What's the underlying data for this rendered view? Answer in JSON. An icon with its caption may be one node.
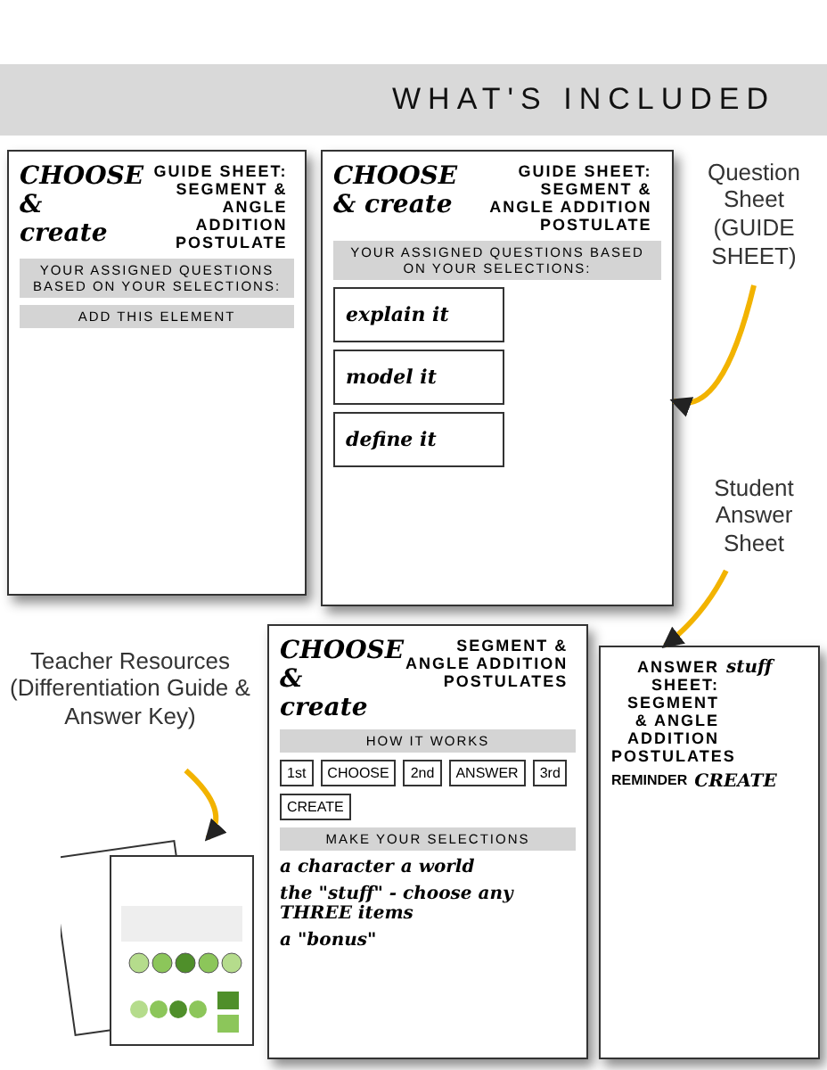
{
  "diagram": {
    "title": "WHAT'S INCLUDED",
    "nodes": [
      {
        "text": [
          "CHOOSE & create",
          "GUIDE SHEET: SEGMENT & ANGLE ADDITION POSTULATE",
          "YOUR ASSIGNED QUESTIONS BASED ON YOUR SELECTIONS:",
          "ADD THIS ELEMENT"
        ]
      },
      {
        "text": [
          "CHOOSE & create",
          "GUIDE SHEET: SEGMENT & ANGLE ADDITION POSTULATE",
          "YOUR ASSIGNED QUESTIONS BASED ON YOUR SELECTIONS:",
          "explain it",
          "model it",
          "define it"
        ]
      },
      {
        "text": [
          "Question Sheet (GUIDE SHEET)"
        ]
      },
      {
        "text": [
          "Student Answer Sheet"
        ]
      },
      {
        "text": [
          "CHOOSE & create",
          "SEGMENT & ANGLE ADDITION POSTULATES",
          "HOW IT WORKS",
          "1st",
          "CHOOSE",
          "2nd",
          "ANSWER",
          "3rd",
          "CREATE",
          "MAKE YOUR SELECTIONS",
          "a character",
          "a world",
          "the \"stuff\" - choose any THREE items",
          "a \"bonus\""
        ]
      },
      {
        "text": [
          "ANSWER SHEET: SEGMENT & ANGLE ADDITION POSTULATES",
          "stuff",
          "REMINDER",
          "CREATE"
        ]
      },
      {
        "text": [
          "Teacher Resources (Differentiation Guide & Answer Key)"
        ]
      },
      {
        "text": [],
        "shape": "picture"
      }
    ],
    "edges": [
      {
        "from": 2,
        "to": 1,
        "arrow": "to"
      },
      {
        "from": 3,
        "to": 5,
        "arrow": "to"
      },
      {
        "from": 6,
        "to": 7,
        "arrow": "to"
      }
    ]
  }
}
